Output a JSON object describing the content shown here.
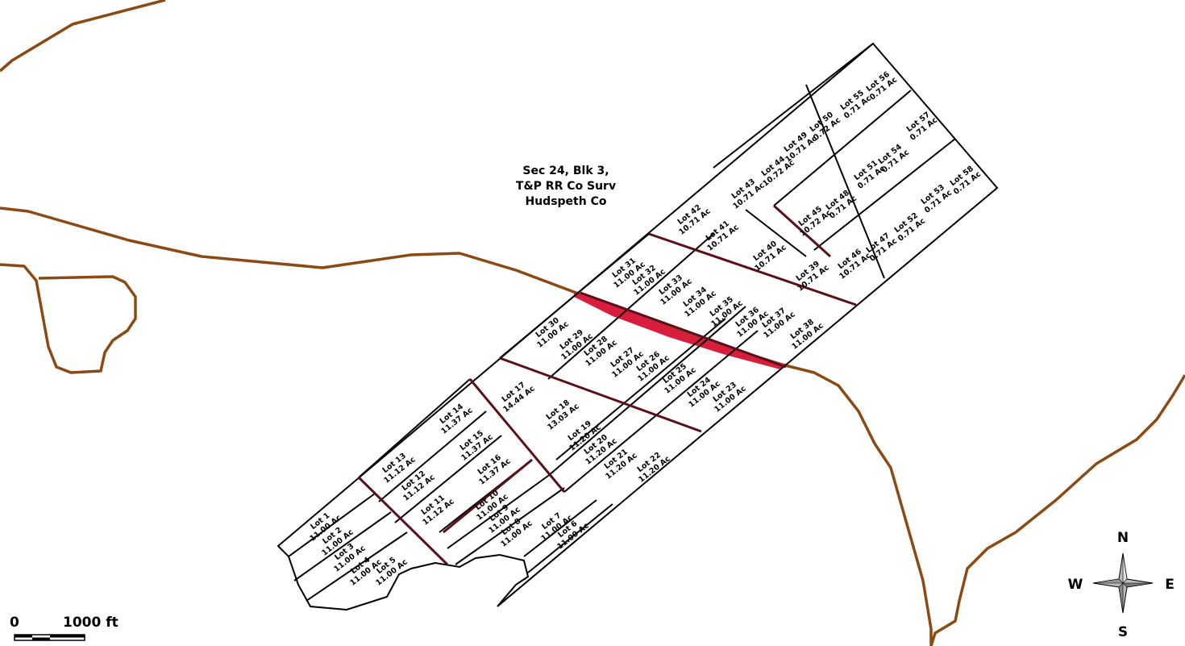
{
  "map": {
    "title_lines": [
      "Sec 24, Blk 3,",
      "T&P RR Co Surv",
      "Hudspeth Co"
    ],
    "colors": {
      "road": "#8b4a14",
      "lot_line": "#000000",
      "major_line": "#5a0f1a",
      "highlight": "#d81e3c",
      "background": "#ffffff"
    },
    "lots": [
      {
        "name": "Lot 1",
        "area": "11.00 Ac"
      },
      {
        "name": "Lot 2",
        "area": "11.00 Ac"
      },
      {
        "name": "Lot 3",
        "area": "11.00 Ac"
      },
      {
        "name": "Lot 4",
        "area": "11.00 Ac"
      },
      {
        "name": "Lot 5",
        "area": "11.00 Ac"
      },
      {
        "name": "Lot 6",
        "area": "11.00 Ac"
      },
      {
        "name": "Lot 7",
        "area": "11.00 Ac"
      },
      {
        "name": "Lot 8",
        "area": "11.00 Ac"
      },
      {
        "name": "Lot 9",
        "area": "11.00 Ac"
      },
      {
        "name": "Lot 10",
        "area": "11.00 Ac"
      },
      {
        "name": "Lot 11",
        "area": "11.12 Ac"
      },
      {
        "name": "Lot 12",
        "area": "11.12 Ac"
      },
      {
        "name": "Lot 13",
        "area": "11.12 Ac"
      },
      {
        "name": "Lot 14",
        "area": "11.37 Ac"
      },
      {
        "name": "Lot 15",
        "area": "11.37 Ac"
      },
      {
        "name": "Lot 16",
        "area": "11.37 Ac"
      },
      {
        "name": "Lot 17",
        "area": "14.44 Ac"
      },
      {
        "name": "Lot 18",
        "area": "13.03 Ac"
      },
      {
        "name": "Lot 19",
        "area": "11.20 Ac"
      },
      {
        "name": "Lot 20",
        "area": "11.20 Ac"
      },
      {
        "name": "Lot 21",
        "area": "11.20 Ac"
      },
      {
        "name": "Lot 22",
        "area": "11.20 Ac"
      },
      {
        "name": "Lot 23",
        "area": "11.00 Ac"
      },
      {
        "name": "Lot 24",
        "area": "11.00 Ac"
      },
      {
        "name": "Lot 25",
        "area": "11.00 Ac"
      },
      {
        "name": "Lot 26",
        "area": "11.00 Ac"
      },
      {
        "name": "Lot 27",
        "area": "11.00 Ac"
      },
      {
        "name": "Lot 28",
        "area": "11.00 Ac"
      },
      {
        "name": "Lot 29",
        "area": "11.00 Ac"
      },
      {
        "name": "Lot 30",
        "area": "11.00 Ac"
      },
      {
        "name": "Lot 31",
        "area": "11.00 Ac"
      },
      {
        "name": "Lot 32",
        "area": "11.00 Ac"
      },
      {
        "name": "Lot 33",
        "area": "11.00 Ac"
      },
      {
        "name": "Lot 34",
        "area": "11.00 Ac"
      },
      {
        "name": "Lot 35",
        "area": "11.00 Ac"
      },
      {
        "name": "Lot 36",
        "area": "11.00 Ac"
      },
      {
        "name": "Lot 37",
        "area": "11.00 Ac"
      },
      {
        "name": "Lot 38",
        "area": "11.00 Ac"
      },
      {
        "name": "Lot 39",
        "area": "10.71 Ac"
      },
      {
        "name": "Lot 40",
        "area": "10.71 Ac"
      },
      {
        "name": "Lot 41",
        "area": "10.71 Ac"
      },
      {
        "name": "Lot 42",
        "area": "10.71 Ac"
      },
      {
        "name": "Lot 43",
        "area": "10.71 Ac"
      },
      {
        "name": "Lot 44",
        "area": "10.72 Ac"
      },
      {
        "name": "Lot 45",
        "area": "10.72 Ac"
      },
      {
        "name": "Lot 46",
        "area": "10.71 Ac"
      },
      {
        "name": "Lot 47",
        "area": "0.71 Ac"
      },
      {
        "name": "Lot 48",
        "area": "0.71 Ac"
      },
      {
        "name": "Lot 49",
        "area": "10.71 Ac"
      },
      {
        "name": "Lot 50",
        "area": "0.72 Ac"
      },
      {
        "name": "Lot 51",
        "area": "0.71 Ac"
      },
      {
        "name": "Lot 52",
        "area": "0.71 Ac"
      },
      {
        "name": "Lot 53",
        "area": "0.71 Ac"
      },
      {
        "name": "Lot 54",
        "area": "0.71 Ac"
      },
      {
        "name": "Lot 55",
        "area": "0.71 Ac"
      },
      {
        "name": "Lot 56",
        "area": "0.71 Ac"
      },
      {
        "name": "Lot 57",
        "area": "0.71 Ac"
      },
      {
        "name": "Lot 58",
        "area": "0.71 Ac"
      }
    ],
    "compass": {
      "n": "N",
      "s": "S",
      "e": "E",
      "w": "W"
    },
    "scale_bar": {
      "start": "0",
      "end": "1000 ft"
    }
  }
}
